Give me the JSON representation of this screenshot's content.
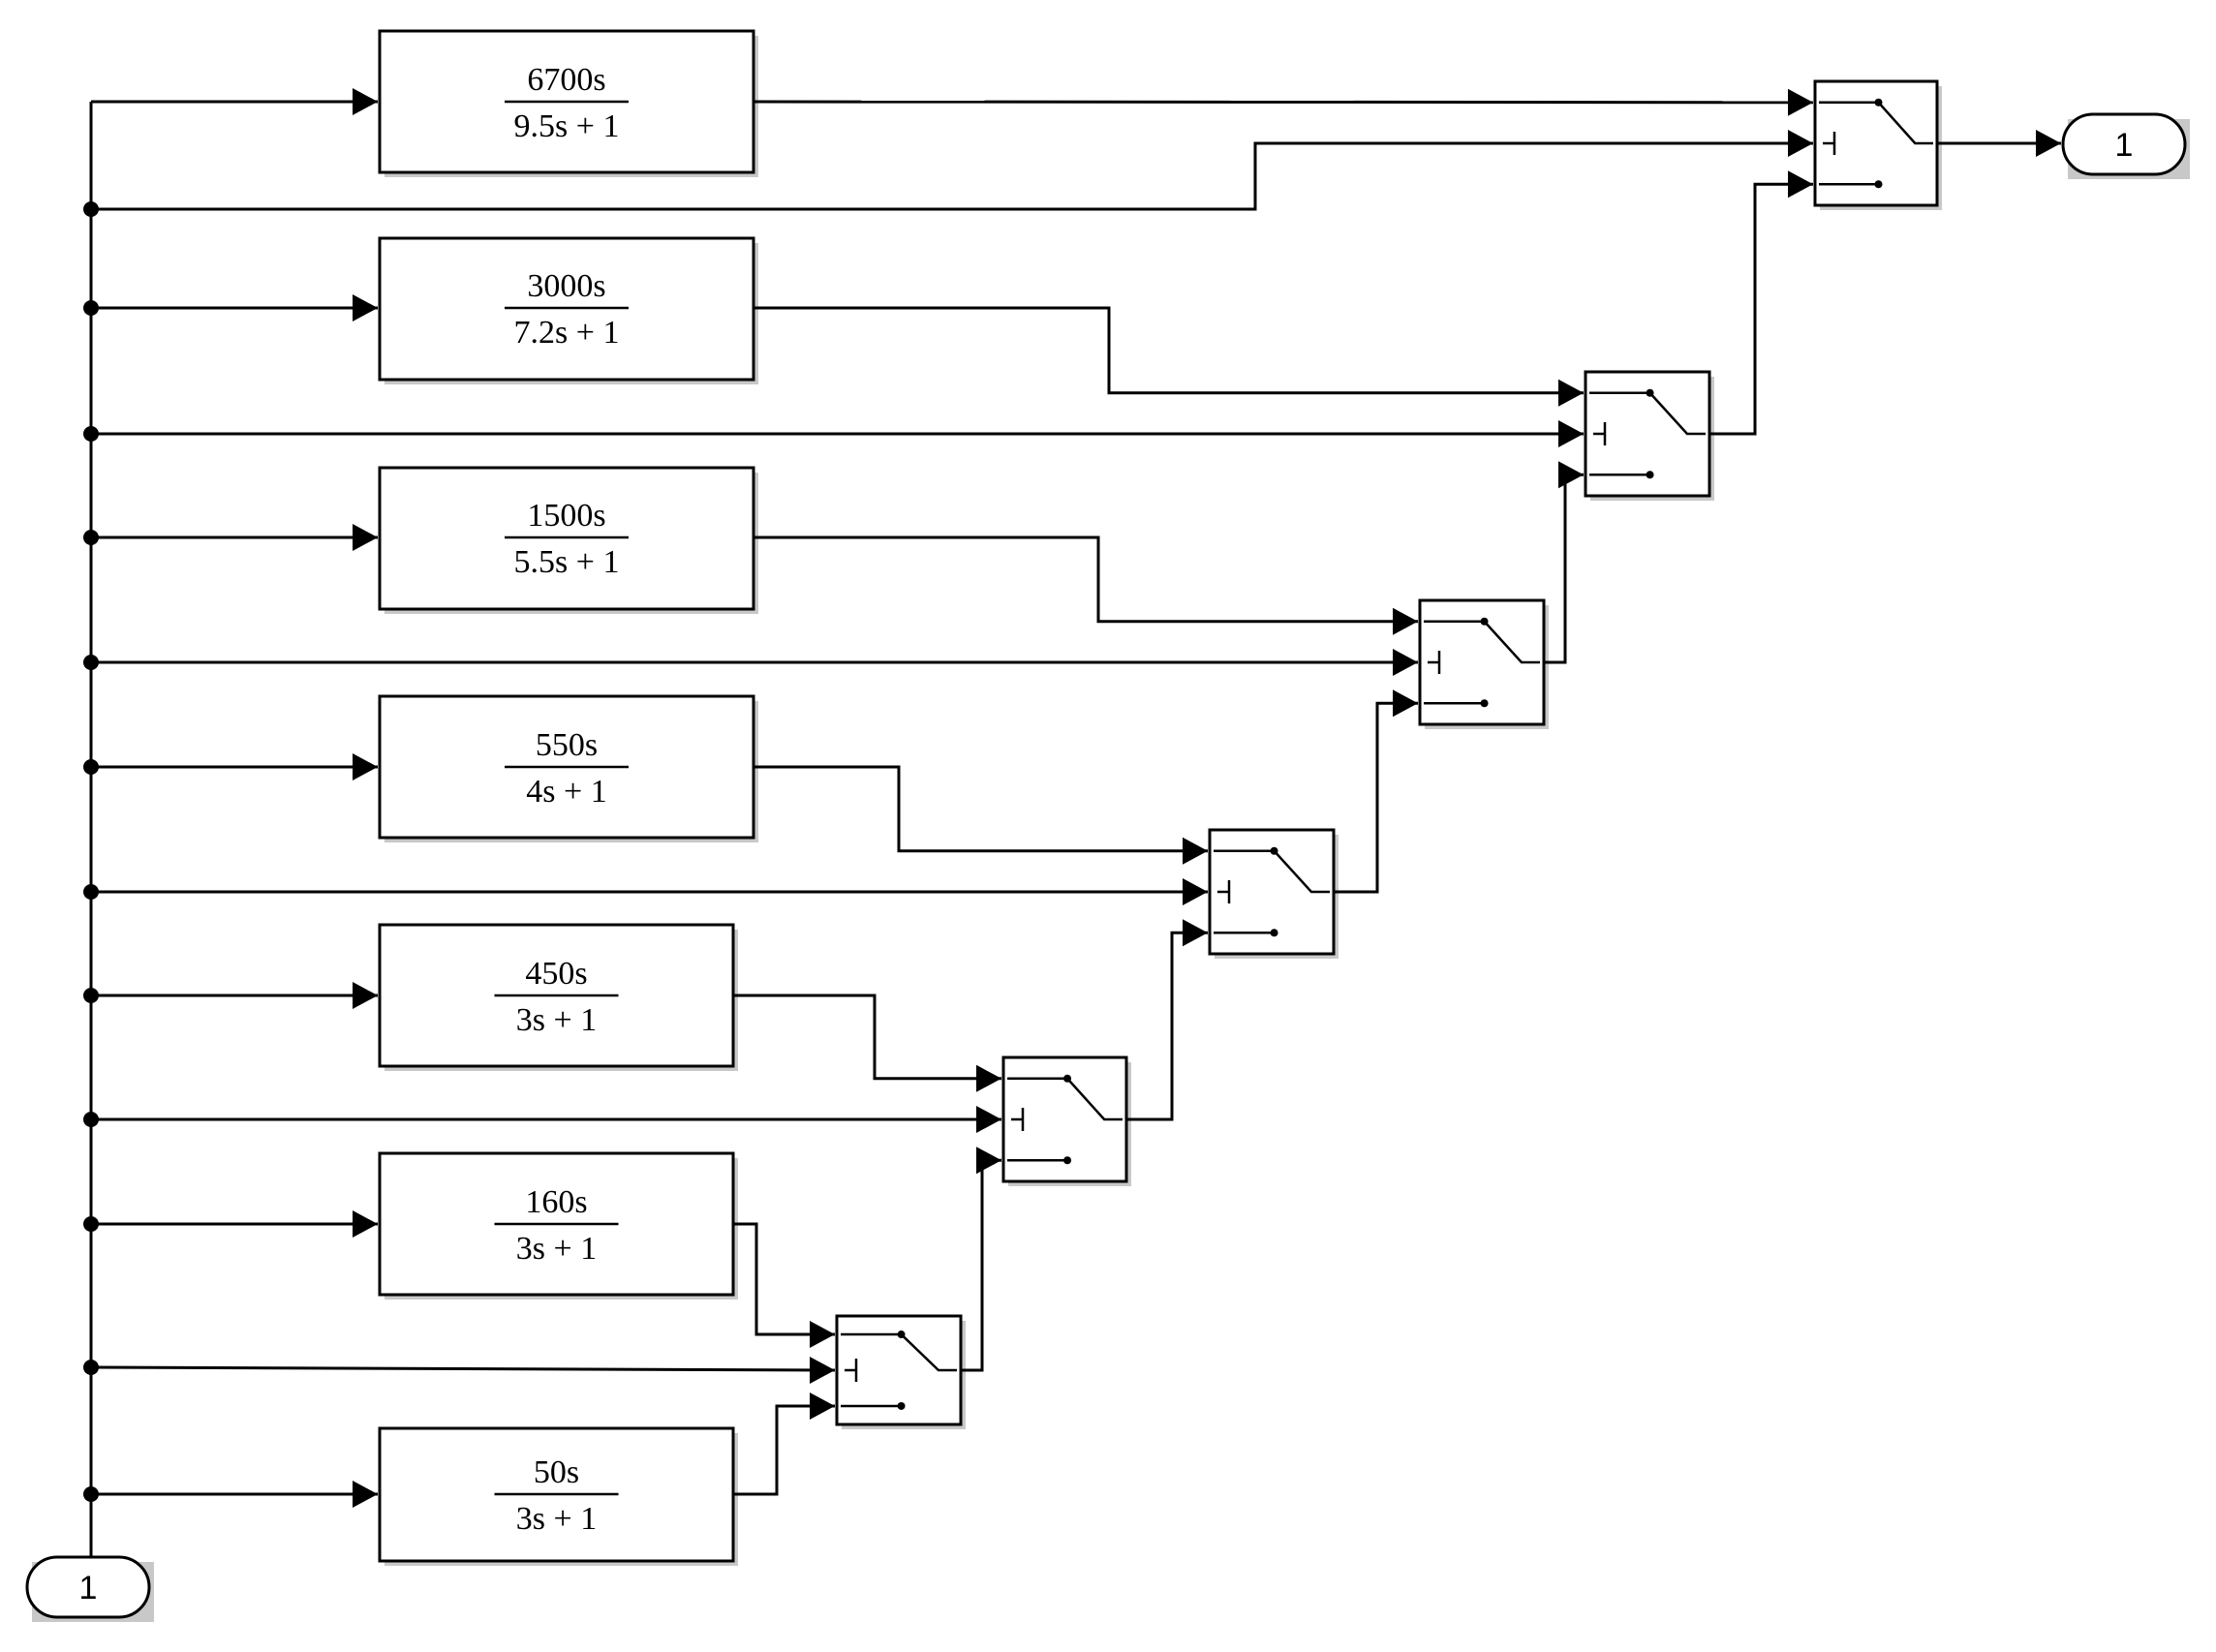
{
  "inport": {
    "label": "1"
  },
  "outport": {
    "label": "1"
  },
  "transfer_functions": [
    {
      "numerator": "6700s",
      "denominator": "9.5s + 1"
    },
    {
      "numerator": "3000s",
      "denominator": "7.2s + 1"
    },
    {
      "numerator": "1500s",
      "denominator": "5.5s + 1"
    },
    {
      "numerator": "550s",
      "denominator": "4s + 1"
    },
    {
      "numerator": "450s",
      "denominator": "3s + 1"
    },
    {
      "numerator": "160s",
      "denominator": "3s + 1"
    },
    {
      "numerator": "50s",
      "denominator": "3s + 1"
    }
  ],
  "switches": [
    {
      "id": "switch-1"
    },
    {
      "id": "switch-2"
    },
    {
      "id": "switch-3"
    },
    {
      "id": "switch-4"
    },
    {
      "id": "switch-5"
    },
    {
      "id": "switch-6"
    }
  ]
}
